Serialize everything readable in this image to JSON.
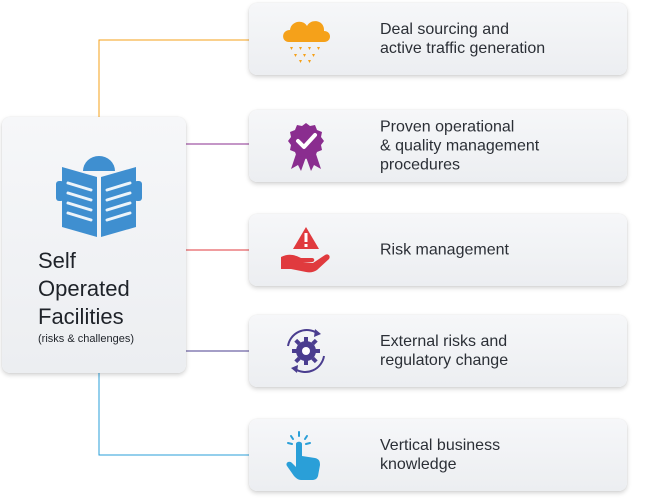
{
  "center": {
    "title": "Self\nOperated\nFacilities",
    "subtitle": "(risks & challenges)"
  },
  "items": [
    {
      "label": "Deal sourcing and\nactive traffic generation",
      "icon": "cloud-rain-icon",
      "color": "#f5a11a"
    },
    {
      "label": "Proven operational\n& quality management\nprocedures",
      "icon": "award-badge-icon",
      "color": "#8a2d8f"
    },
    {
      "label": "Risk management",
      "icon": "hand-warning-icon",
      "color": "#e03a3e"
    },
    {
      "label": "External risks and\nregulatory change",
      "icon": "gear-cycle-icon",
      "color": "#4a3d8f"
    },
    {
      "label": "Vertical business\nknowledge",
      "icon": "touch-hand-icon",
      "color": "#2a9fd8"
    }
  ],
  "colors": {
    "book": "#3f8fd0",
    "connector_1": "#f5a11a",
    "connector_2": "#8a2d8f",
    "connector_3": "#e03a3e",
    "connector_4": "#4a3d8f",
    "connector_5": "#2a9fd8"
  }
}
